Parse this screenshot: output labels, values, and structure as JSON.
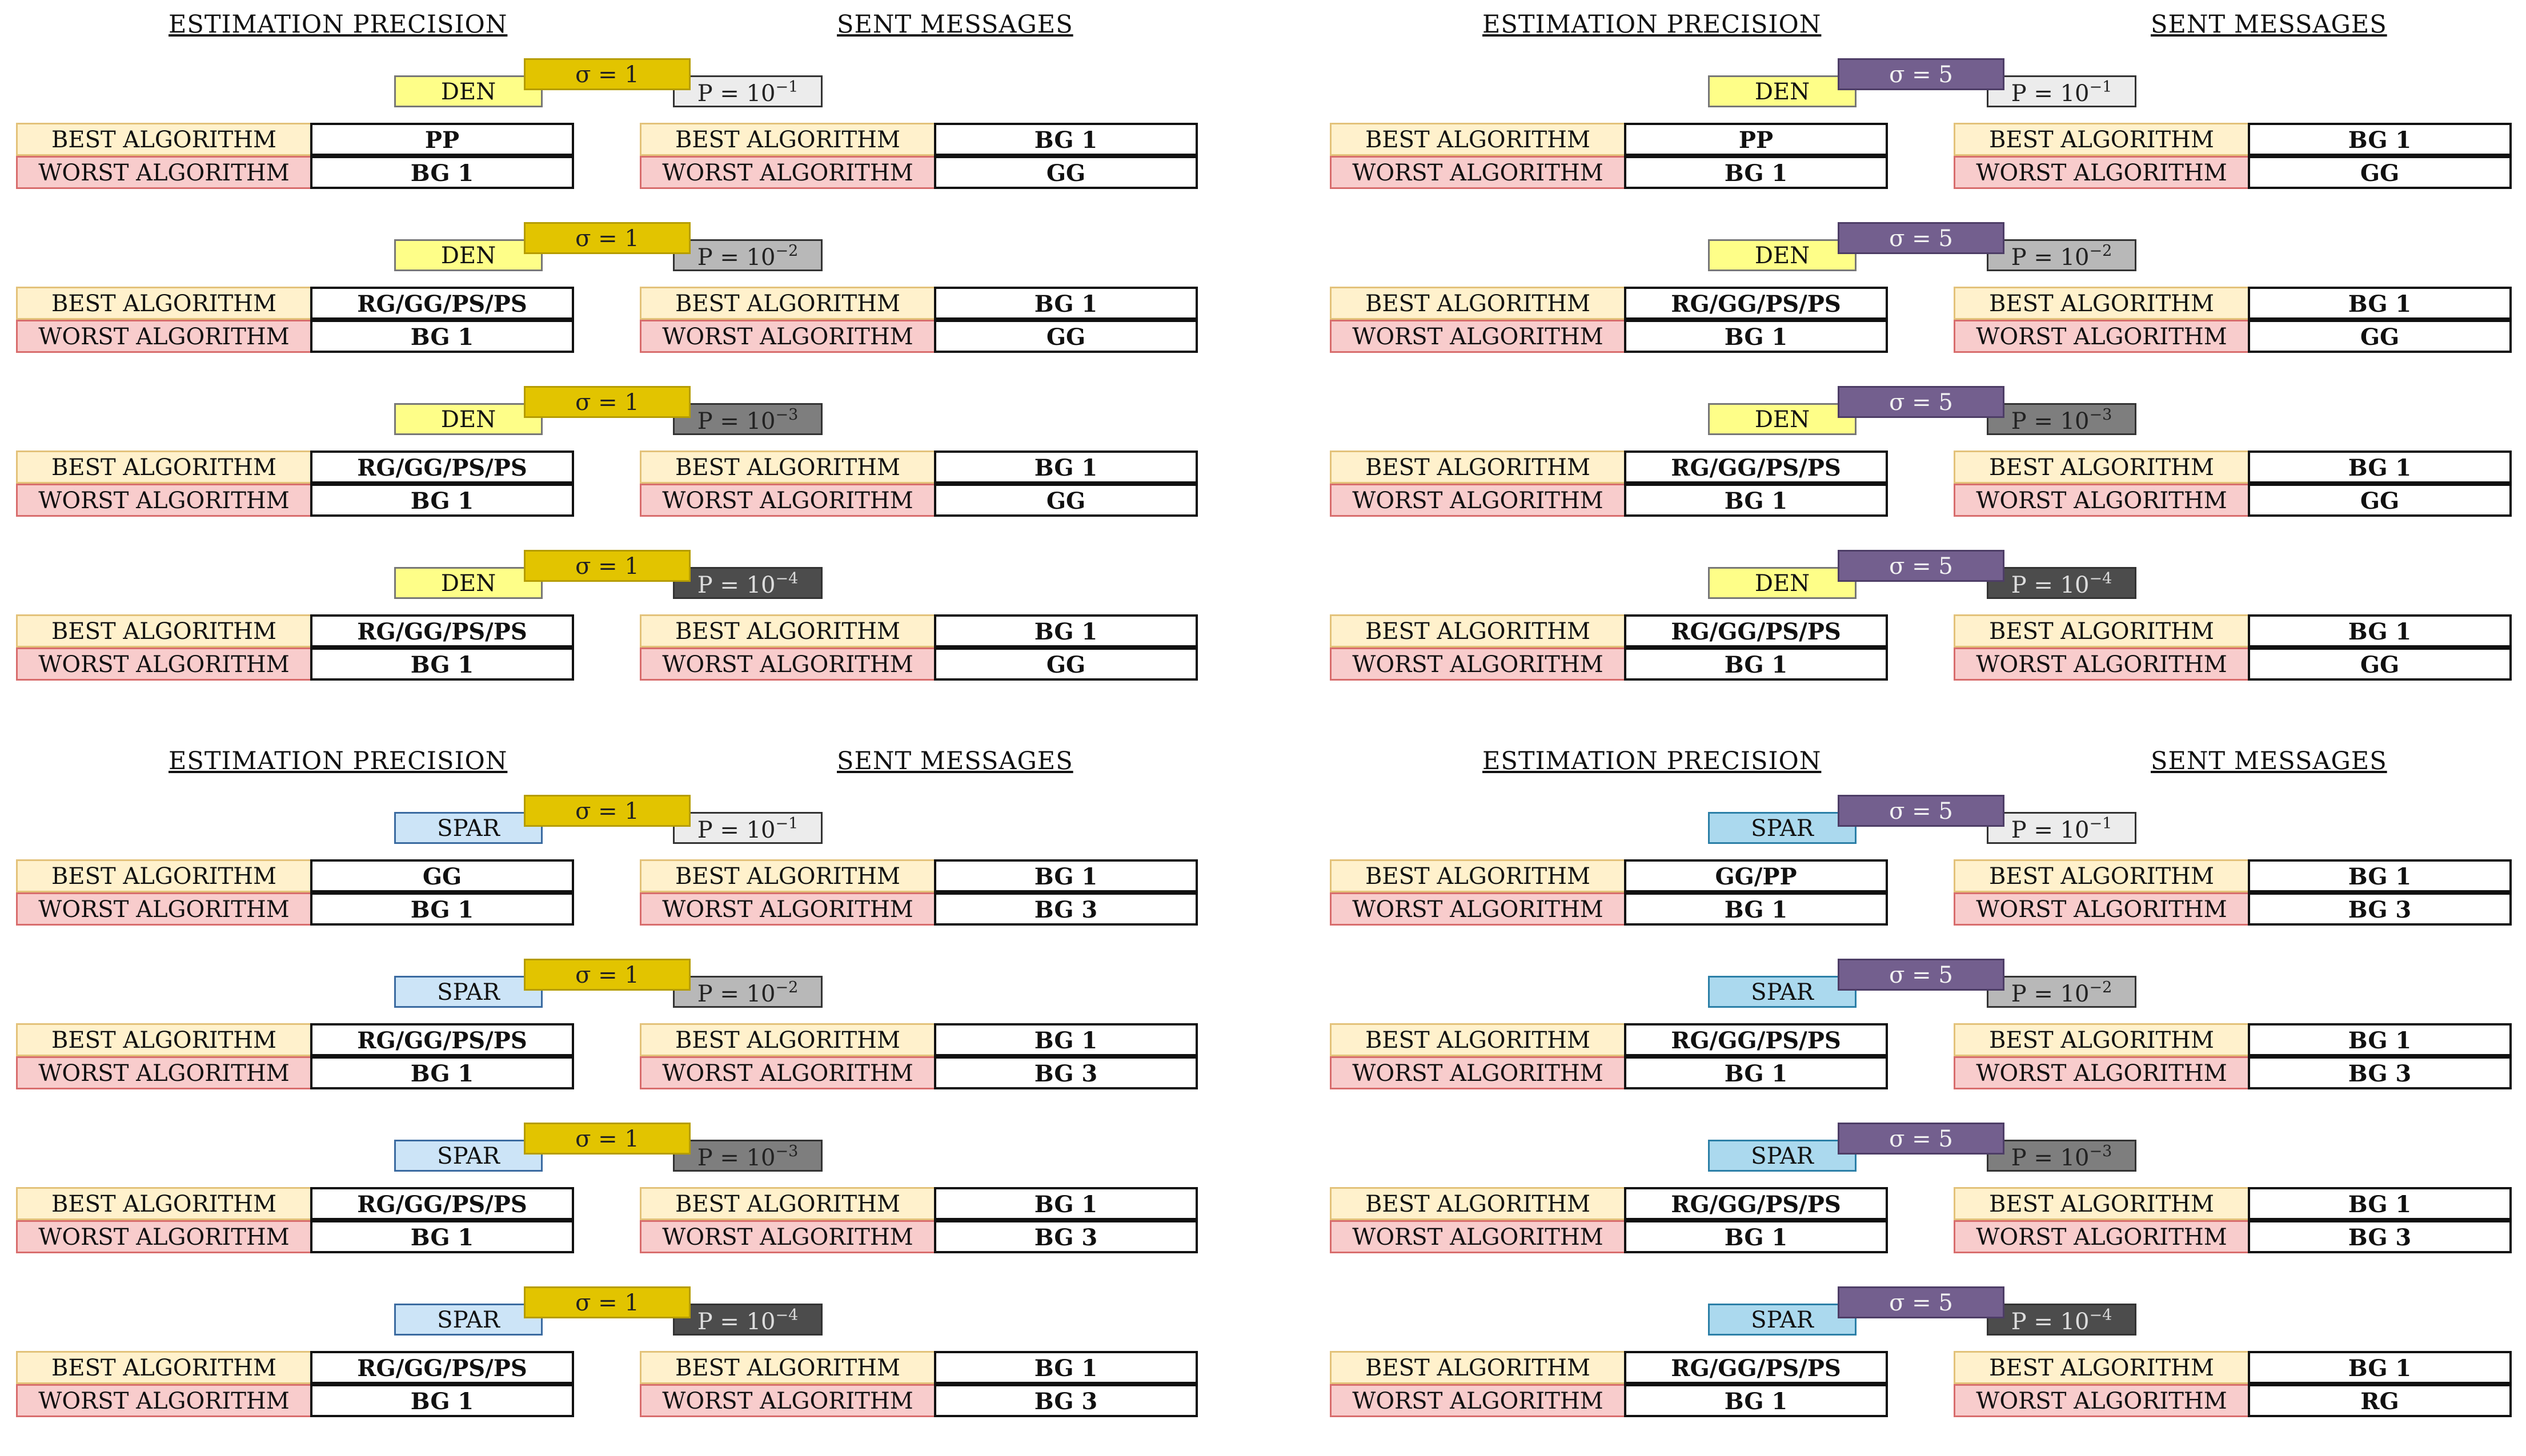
{
  "headings": {
    "estimation_precision": "ESTIMATION PRECISION",
    "sent_messages": "SENT MESSAGES"
  },
  "labels": {
    "best": "BEST ALGORITHM",
    "worst": "WORST ALGORITHM",
    "p_prefix": "P = 10",
    "sigma_prefix": "σ = "
  },
  "colors": {
    "sigma_1": "#e2c400",
    "sigma_5": "#735f8e",
    "den": "#fefe88",
    "spar": "#cce4f7",
    "best_label_bg": "#fff1cc",
    "worst_label_bg": "#f8cccc"
  },
  "quadrants": [
    {
      "dataset": "DEN",
      "sigma": "1",
      "groups": [
        {
          "p_exp": "−1",
          "est_best": "PP",
          "est_worst": "BG 1",
          "msg_best": "BG 1",
          "msg_worst": "GG"
        },
        {
          "p_exp": "−2",
          "est_best": "RG/GG/PS/PS",
          "est_worst": "BG 1",
          "msg_best": "BG 1",
          "msg_worst": "GG"
        },
        {
          "p_exp": "−3",
          "est_best": "RG/GG/PS/PS",
          "est_worst": "BG 1",
          "msg_best": "BG 1",
          "msg_worst": "GG"
        },
        {
          "p_exp": "−4",
          "est_best": "RG/GG/PS/PS",
          "est_worst": "BG 1",
          "msg_best": "BG 1",
          "msg_worst": "GG"
        }
      ]
    },
    {
      "dataset": "DEN",
      "sigma": "5",
      "groups": [
        {
          "p_exp": "−1",
          "est_best": "PP",
          "est_worst": "BG 1",
          "msg_best": "BG 1",
          "msg_worst": "GG"
        },
        {
          "p_exp": "−2",
          "est_best": "RG/GG/PS/PS",
          "est_worst": "BG 1",
          "msg_best": "BG 1",
          "msg_worst": "GG"
        },
        {
          "p_exp": "−3",
          "est_best": "RG/GG/PS/PS",
          "est_worst": "BG 1",
          "msg_best": "BG 1",
          "msg_worst": "GG"
        },
        {
          "p_exp": "−4",
          "est_best": "RG/GG/PS/PS",
          "est_worst": "BG 1",
          "msg_best": "BG 1",
          "msg_worst": "GG"
        }
      ]
    },
    {
      "dataset": "SPAR",
      "sigma": "1",
      "groups": [
        {
          "p_exp": "−1",
          "est_best": "GG",
          "est_worst": "BG 1",
          "msg_best": "BG 1",
          "msg_worst": "BG 3"
        },
        {
          "p_exp": "−2",
          "est_best": "RG/GG/PS/PS",
          "est_worst": "BG 1",
          "msg_best": "BG 1",
          "msg_worst": "BG 3"
        },
        {
          "p_exp": "−3",
          "est_best": "RG/GG/PS/PS",
          "est_worst": "BG 1",
          "msg_best": "BG 1",
          "msg_worst": "BG 3"
        },
        {
          "p_exp": "−4",
          "est_best": "RG/GG/PS/PS",
          "est_worst": "BG 1",
          "msg_best": "BG 1",
          "msg_worst": "BG 3"
        }
      ]
    },
    {
      "dataset": "SPAR",
      "sigma": "5",
      "groups": [
        {
          "p_exp": "−1",
          "est_best": "GG/PP",
          "est_worst": "BG 1",
          "msg_best": "BG 1",
          "msg_worst": "BG 3"
        },
        {
          "p_exp": "−2",
          "est_best": "RG/GG/PS/PS",
          "est_worst": "BG 1",
          "msg_best": "BG 1",
          "msg_worst": "BG 3"
        },
        {
          "p_exp": "−3",
          "est_best": "RG/GG/PS/PS",
          "est_worst": "BG 1",
          "msg_best": "BG 1",
          "msg_worst": "BG 3"
        },
        {
          "p_exp": "−4",
          "est_best": "RG/GG/PS/PS",
          "est_worst": "BG 1",
          "msg_best": "BG 1",
          "msg_worst": "RG"
        }
      ]
    }
  ]
}
